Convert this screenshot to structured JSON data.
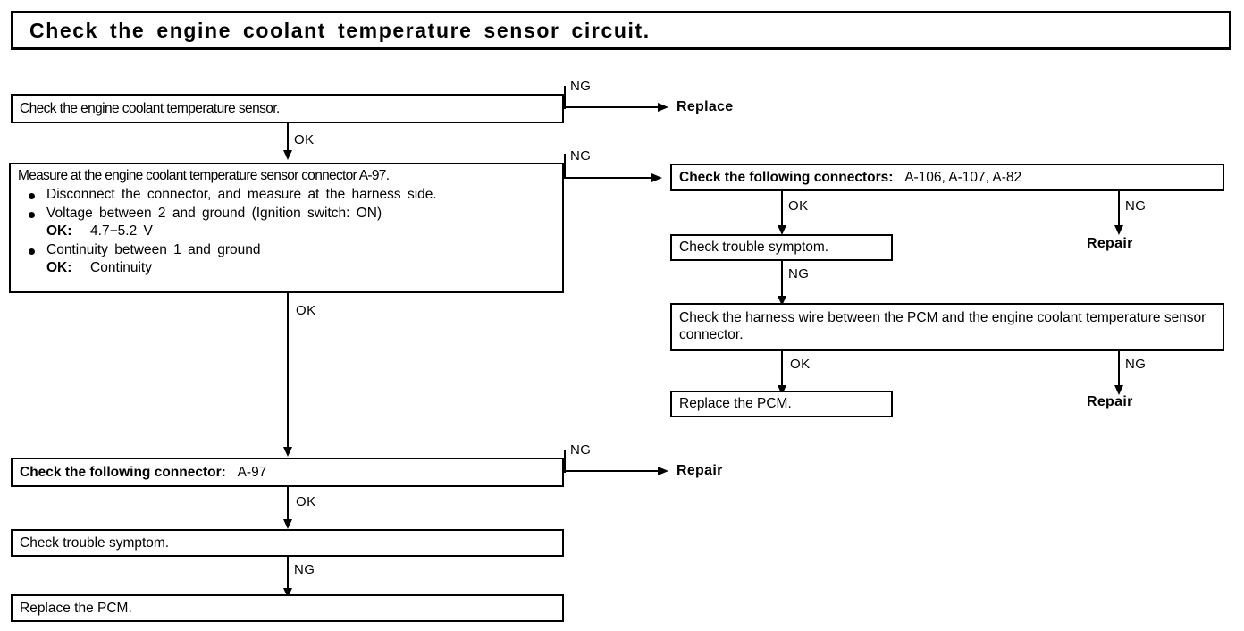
{
  "title": {
    "text": "Check the engine coolant temperature sensor circuit."
  },
  "labels": {
    "ok": "OK",
    "ng": "NG"
  },
  "nodes": {
    "check_sensor": "Check the engine coolant temperature sensor.",
    "replace_terminal": "Replace",
    "measure": {
      "heading": "Measure at the engine coolant temperature sensor connector A-97.",
      "bullets": [
        "Disconnect the connector, and measure at the harness side.",
        "Voltage between 2 and ground (Ignition switch: ON)",
        "Continuity between 1 and ground"
      ],
      "ok_voltage_label": "OK:",
      "ok_voltage_value": "4.7−5.2 V",
      "ok_continuity_label": "OK:",
      "ok_continuity_value": "Continuity"
    },
    "check_connectors_multi_lead": "Check the following connectors:",
    "check_connectors_multi_value": "A-106, A-107, A-82",
    "check_trouble_symptom_right": "Check trouble symptom.",
    "repair_terminal_1": "Repair",
    "check_harness_wire": "Check the harness wire between the PCM and the engine coolant temperature sensor connector.",
    "replace_pcm_right": "Replace the PCM.",
    "repair_terminal_2": "Repair",
    "check_connector_single_lead": "Check the following connector:",
    "check_connector_single_value": "A-97",
    "repair_terminal_3": "Repair",
    "check_trouble_symptom_left": "Check trouble symptom.",
    "replace_pcm_left": "Replace the PCM."
  }
}
